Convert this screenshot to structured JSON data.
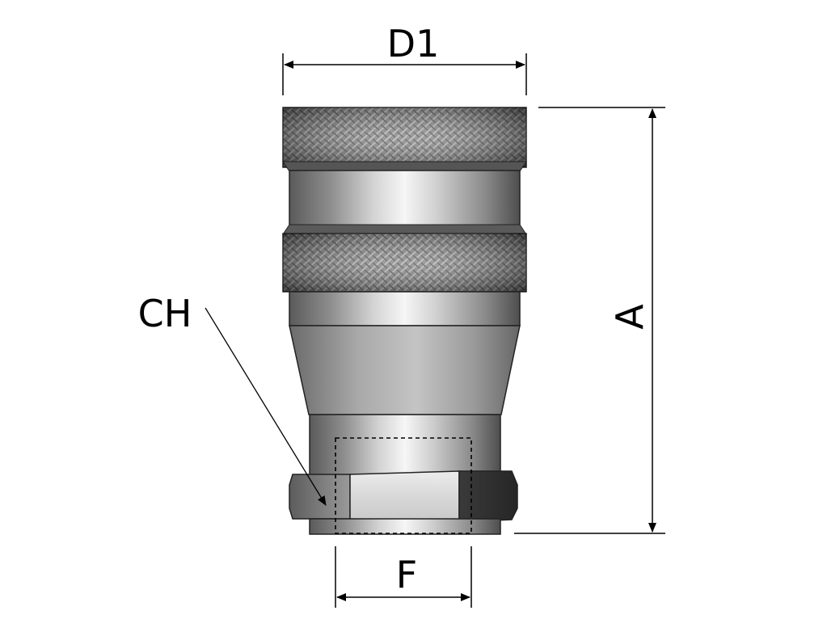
{
  "labels": {
    "d1": "D1",
    "a": "A",
    "ch": "CH",
    "f": "F"
  },
  "colors": {
    "knurl_base": "#6f6f6f",
    "metal_dark": "#5e5e5e",
    "metal_light": "#f4f4f4",
    "hex_dark": "#333333",
    "hex_mid": "#8c8c8c",
    "hex_face": "#d6d6d6",
    "line": "#000000"
  }
}
